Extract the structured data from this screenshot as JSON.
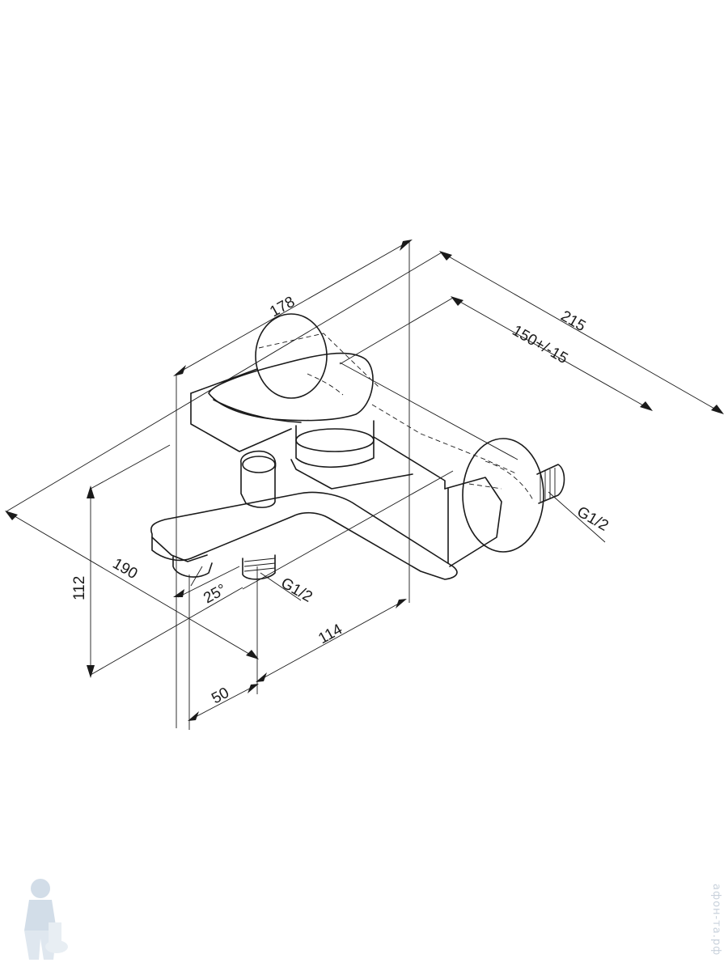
{
  "drawing": {
    "dimensions": {
      "width_top": "178",
      "overall_length": "215",
      "center_distance": "150+/-15",
      "depth": "190",
      "height": "112",
      "angle": "25°",
      "outlet_offset": "114",
      "spout_offset": "50"
    },
    "thread_labels": {
      "inlet": "G1/2",
      "outlet": "G1/2"
    }
  },
  "watermark": {
    "site_text": "афон-та.рф"
  },
  "colors": {
    "line": "#1a1a1a",
    "watermark": "#c9d2dc",
    "background": "#ffffff"
  }
}
